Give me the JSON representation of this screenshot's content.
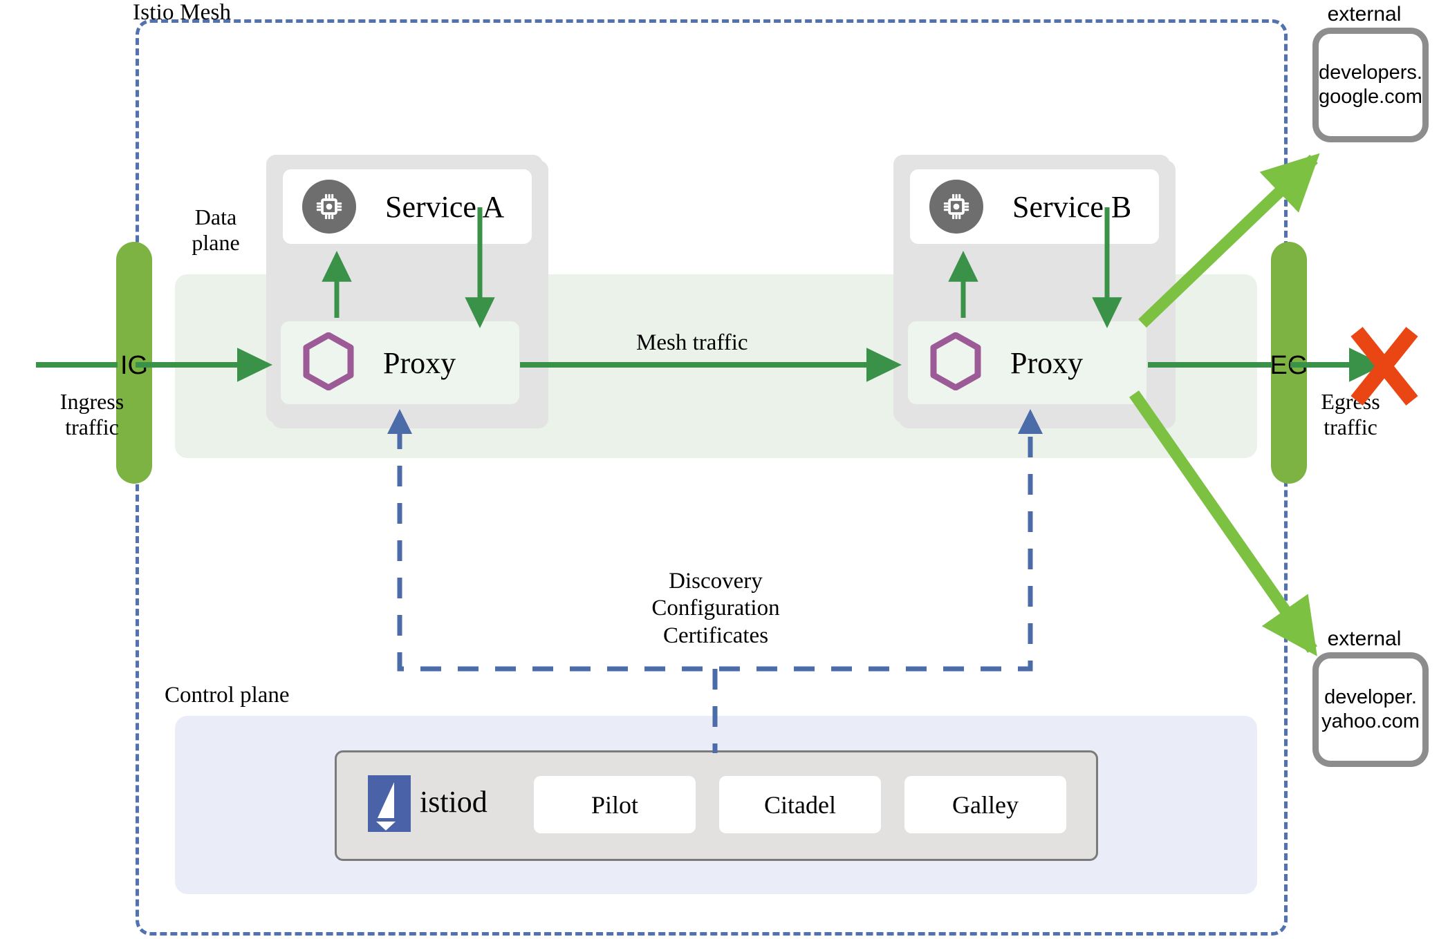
{
  "diagram": {
    "title": "Istio Mesh",
    "planes": {
      "data_plane_label": "Data\nplane",
      "data_plane_label_line1": "Data",
      "data_plane_label_line2": "plane",
      "control_plane_label": "Control plane"
    },
    "gateways": {
      "ingress": {
        "abbr": "IG",
        "traffic_label_line1": "Ingress",
        "traffic_label_line2": "traffic"
      },
      "egress": {
        "abbr": "EG",
        "traffic_label_line1": "Egress",
        "traffic_label_line2": "traffic"
      }
    },
    "pods": [
      {
        "service_name": "Service A",
        "service_icon": "cpu-chip-icon",
        "proxy_name": "Proxy",
        "proxy_icon": "hexagon-icon"
      },
      {
        "service_name": "Service B",
        "service_icon": "cpu-chip-icon",
        "proxy_name": "Proxy",
        "proxy_icon": "hexagon-icon"
      }
    ],
    "flow_labels": {
      "mesh_traffic": "Mesh traffic",
      "discovery_line1": "Discovery",
      "discovery_line2": "Configuration",
      "discovery_line3": "Certificates"
    },
    "control_plane": {
      "istiod_label": "istiod",
      "istiod_icon": "istio-sail-logo",
      "components": [
        "Pilot",
        "Citadel",
        "Galley"
      ]
    },
    "external_endpoints": [
      {
        "caption": "external",
        "host_line1": "developers.",
        "host_line2": "google.com"
      },
      {
        "caption": "external",
        "host_line1": "developer.",
        "host_line2": "yahoo.com"
      }
    ],
    "markers": {
      "blocked_egress_icon": "red-x-icon"
    },
    "colors": {
      "mesh_boundary": "#5171b0",
      "gateway_green": "#7cb342",
      "traffic_arrow_green": "#3a9248",
      "external_arrow_green": "#7cc142",
      "hexagon_purple": "#9c5a96",
      "service_icon_gray": "#6e6e6e",
      "data_plane_band": "#eaf2ea",
      "control_plane_panel": "#eaedf7",
      "istiod_blue": "#4a62a8",
      "blocked_x_red": "#ea4614",
      "pod_card_gray": "#e3e3e3"
    }
  }
}
